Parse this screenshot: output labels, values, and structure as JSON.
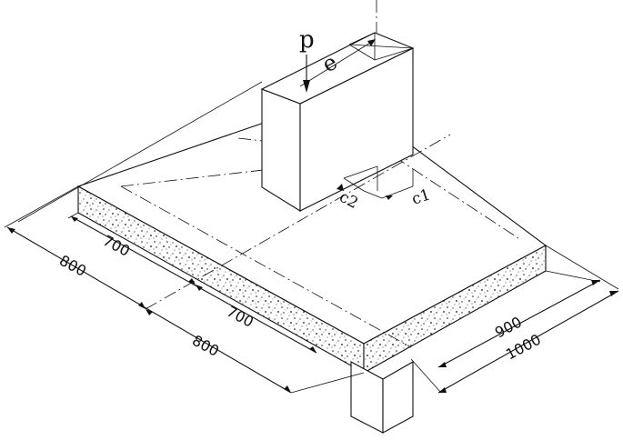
{
  "labels": {
    "load": "p",
    "eccentricity": "e",
    "c1": "c1",
    "c2": "c2"
  },
  "dimensions": {
    "left_inner_1": "700",
    "left_inner_2": "700",
    "left_outer_1": "800",
    "left_outer_2": "800",
    "right_inner": "900",
    "right_outer": "1000"
  }
}
